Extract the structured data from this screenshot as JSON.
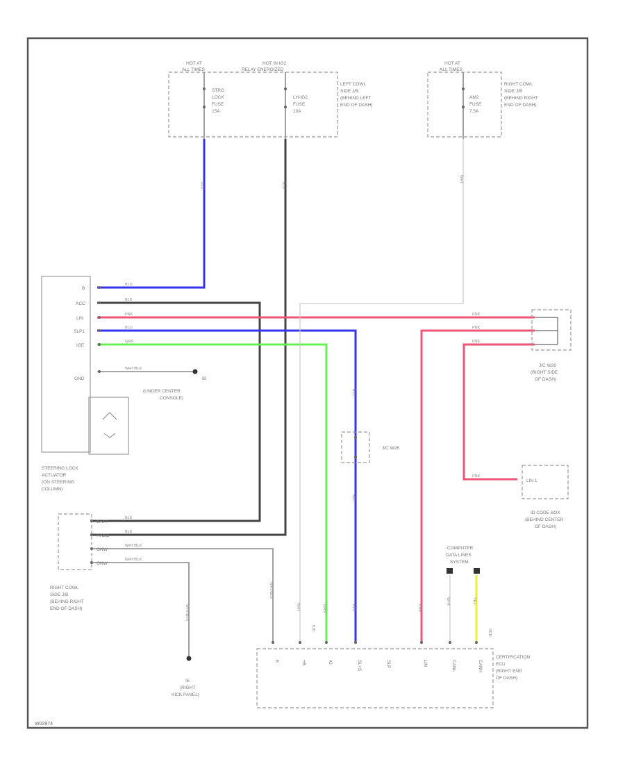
{
  "fuse_boxes": {
    "left": {
      "hot1": "HOT AT",
      "hot1b": "ALL TIMES",
      "hot2": "HOT IN IG2",
      "hot2b": "RELAY ENERGIZED",
      "fuse1": [
        "STRG",
        "LOCK",
        "FUSE",
        "15A"
      ],
      "fuse2": [
        "LH-IG2",
        "FUSE",
        "10A"
      ],
      "location": [
        "LEFT COWL",
        "SIDE J/B",
        "(BEHIND LEFT",
        "END OF DASH)"
      ]
    },
    "right": {
      "hot": "HOT AT",
      "hotb": "ALL TIMES",
      "fuse": [
        "AM2",
        "FUSE",
        "7.5A"
      ],
      "location": [
        "RIGHT COWL",
        "SIDE J/B",
        "(BEHIND RIGHT",
        "END OF DASH)"
      ]
    }
  },
  "wire_colors": {
    "blu": "#3434ee",
    "blk": "#444444",
    "pnk": "#ee5577",
    "grn": "#66ee55",
    "yel": "#eeee33",
    "wht": "#cccccc"
  },
  "wire_labels": {
    "blu": "BLU",
    "blk": "BLK",
    "pnk": "PNK",
    "grn": "GRN",
    "wht": "WHT",
    "yel": "YEL",
    "wht_blk": "WHT/BLK"
  },
  "actuator": {
    "pins": [
      "B",
      "ACC",
      "LIN",
      "SLP1",
      "IGE",
      "",
      "GND"
    ],
    "label": [
      "STEERING LOCK",
      "ACTUATOR",
      "(ON STEERING",
      "COLUMN)"
    ]
  },
  "ground_ib": {
    "code": "IB",
    "label": [
      "(UNDER CENTER",
      "CONSOLE)"
    ]
  },
  "ground_ie": {
    "code": "IE",
    "label": [
      "(RIGHT",
      "KICK PANEL)"
    ]
  },
  "jc_right": {
    "label": [
      "J/C W26",
      "(RIGHT SIDE",
      "OF DASH)"
    ]
  },
  "jc_mid": {
    "label": "J/C W26"
  },
  "id_code_box": {
    "pin": "LIN 1",
    "label": [
      "ID CODE BOX",
      "(BEHIND CENTER",
      "OF DASH)"
    ]
  },
  "right_cowl_jb": {
    "pins": [
      "BATT",
      "HABG",
      "GNW",
      "GNW"
    ],
    "label": [
      "RIGHT COWL",
      "SIDE J/B",
      "(BEHIND RIGHT",
      "END OF DASH)"
    ]
  },
  "data_lines": {
    "label": [
      "COMPUTER",
      "DATA LINES",
      "SYSTEM"
    ]
  },
  "ecu": {
    "pins": [
      "E",
      "+B",
      "IG",
      "SL+S",
      "SLP",
      "LIN",
      "CANL",
      "CANH"
    ],
    "label": [
      "CERTIFICATION",
      "ECU",
      "(RIGHT END",
      "OF DASH)"
    ],
    "wire_codes": [
      "WHT/BLK",
      "WHT",
      "K/B",
      "GRN",
      "BLU",
      "PNK",
      "WHT",
      "YEL",
      "RED"
    ]
  },
  "figure_id": "W02974"
}
